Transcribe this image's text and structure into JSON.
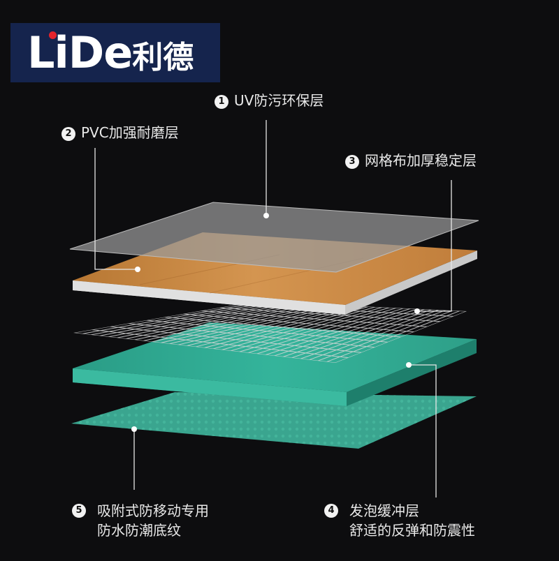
{
  "logo": {
    "latin": "LiDe",
    "chinese": "利德"
  },
  "labels": [
    {
      "number": "1",
      "lines": [
        "UV防污环保层"
      ]
    },
    {
      "number": "2",
      "lines": [
        "PVC加强耐磨层"
      ]
    },
    {
      "number": "3",
      "lines": [
        "网格布加厚稳定层"
      ]
    },
    {
      "number": "4",
      "lines": [
        "发泡缓冲层",
        "舒适的反弹和防震性"
      ]
    },
    {
      "number": "5",
      "lines": [
        "吸附式防移动专用",
        "防水防潮底纹"
      ]
    }
  ],
  "colors": {
    "background": "#0d0d0f",
    "logo_bg": "#15244d",
    "logo_dot": "#e4232b",
    "uv_layer": "#8c8c8c",
    "wood_layer": "#c6873d",
    "grid_layer": "#d8d8d8",
    "foam_layer": "#2fae96",
    "base_layer": "#3aa58f",
    "leader_line": "#e6e6e6"
  }
}
